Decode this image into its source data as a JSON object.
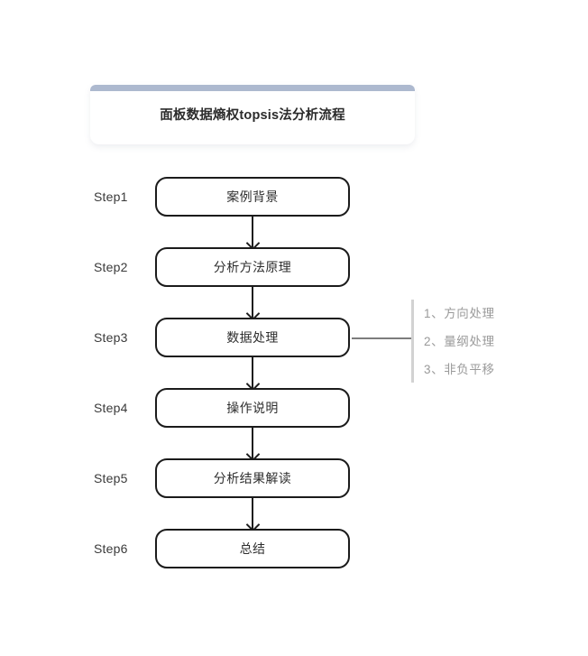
{
  "card": {
    "title": "面板数据熵权topsis法分析流程",
    "bar_color": "#adb9cf"
  },
  "flow": {
    "steps": [
      {
        "label": "Step1",
        "text": "案例背景"
      },
      {
        "label": "Step2",
        "text": "分析方法原理"
      },
      {
        "label": "Step3",
        "text": "数据处理"
      },
      {
        "label": "Step4",
        "text": "操作说明"
      },
      {
        "label": "Step5",
        "text": "分析结果解读"
      },
      {
        "label": "Step6",
        "text": "总结"
      }
    ]
  },
  "branch": {
    "attached_to": "Step3",
    "notes": [
      "1、方向处理",
      "2、量纲处理",
      "3、非负平移"
    ],
    "divider_color": "#d2d2d2",
    "text_color": "#9a9a9a"
  }
}
